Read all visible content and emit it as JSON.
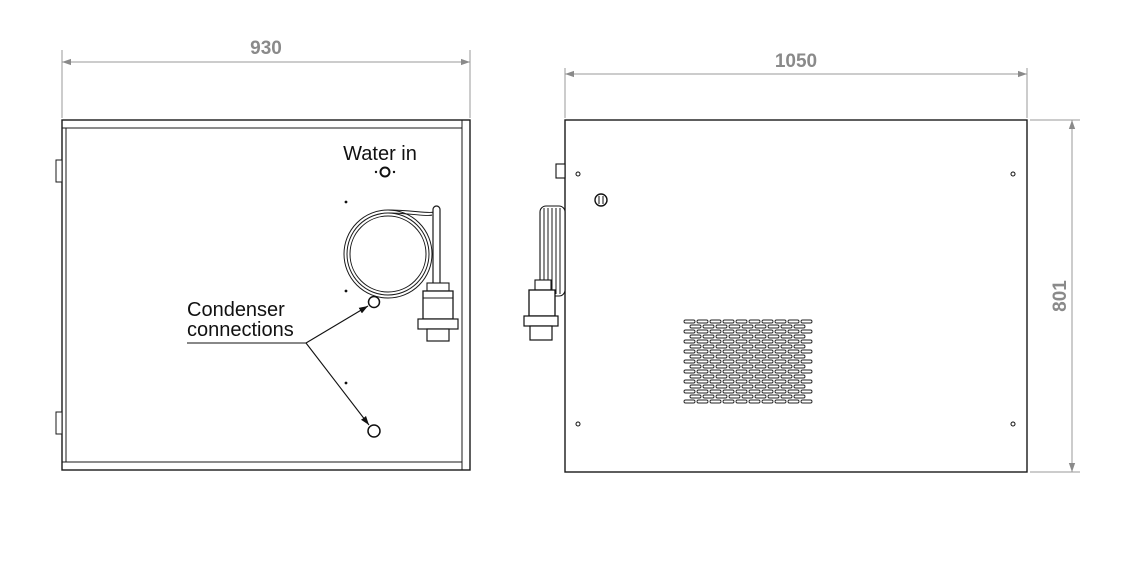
{
  "front_view": {
    "width_label": "930",
    "water_in_label": "Water in",
    "condenser_label_line1": "Condenser",
    "condenser_label_line2": "connections"
  },
  "side_view": {
    "depth_label": "1050",
    "height_label": "801"
  },
  "colors": {
    "line": "#1a1a1a",
    "dimension": "#9a9a9a"
  }
}
